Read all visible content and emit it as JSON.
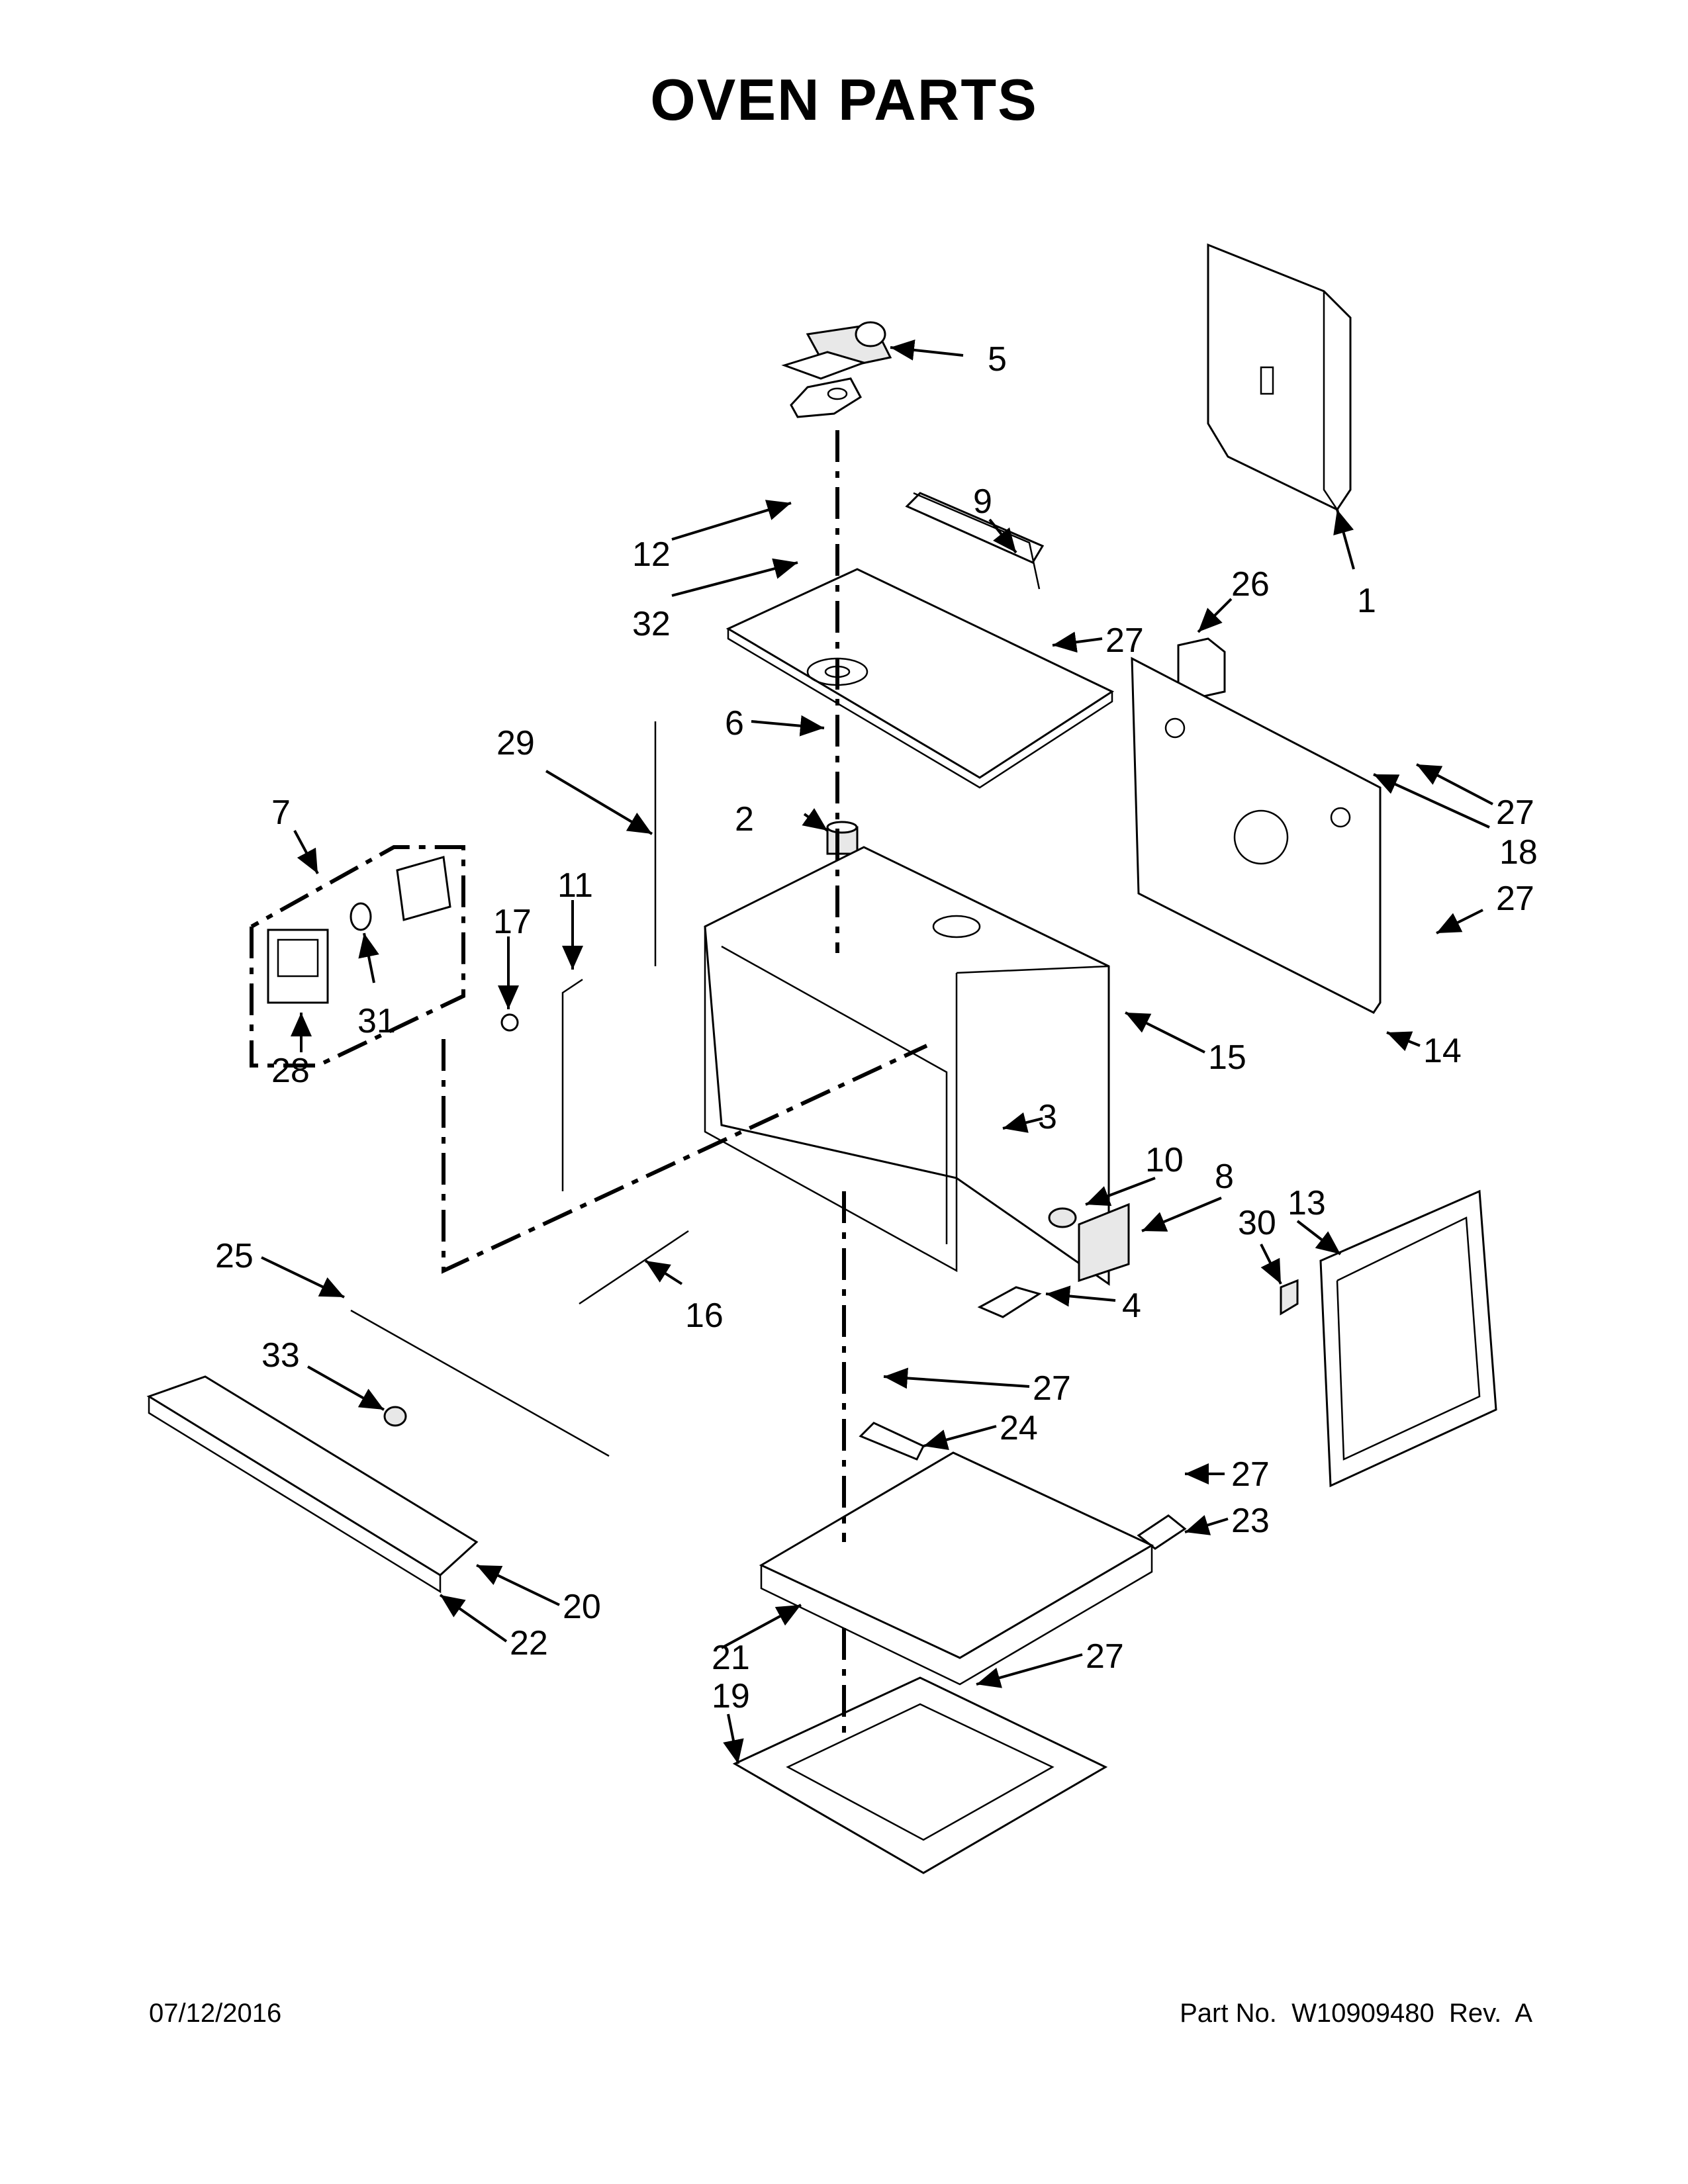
{
  "title": "OVEN PARTS",
  "footer": {
    "date": "07/12/2016",
    "part_no": "Part No.  W10909480  Rev.  A"
  },
  "callouts": {
    "c1": "1",
    "c2": "2",
    "c3": "3",
    "c4": "4",
    "c5": "5",
    "c6": "6",
    "c7": "7",
    "c8": "8",
    "c9": "9",
    "c10": "10",
    "c11": "11",
    "c12": "12",
    "c13": "13",
    "c14": "14",
    "c15": "15",
    "c16": "16",
    "c17": "17",
    "c18": "18",
    "c19": "19",
    "c20": "20",
    "c21": "21",
    "c22": "22",
    "c23": "23",
    "c24": "24",
    "c25": "25",
    "c26": "26",
    "c27a": "27",
    "c27b": "27",
    "c27c": "27",
    "c27d": "27",
    "c27e": "27",
    "c27f": "27",
    "c28": "28",
    "c29": "29",
    "c30": "30",
    "c31": "31",
    "c32": "32",
    "c33": "33"
  }
}
